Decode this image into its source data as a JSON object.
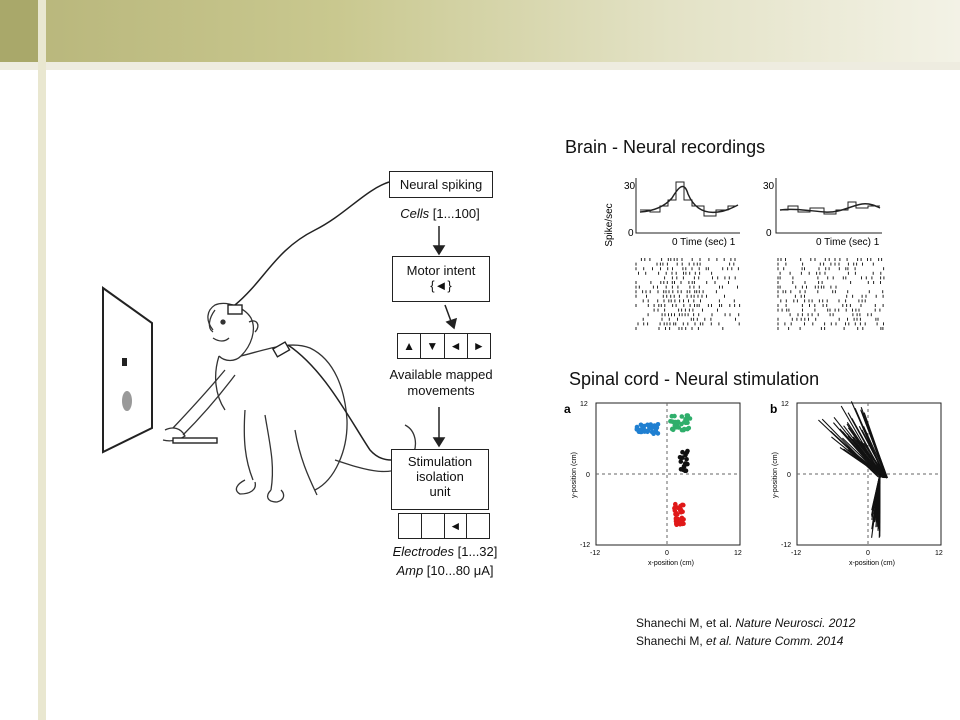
{
  "slide": {
    "band_color": "#b7b57a",
    "rule_color": "#e9e7d0"
  },
  "brain": {
    "heading": "Brain - Neural recordings",
    "ylabel": "Spike/sec",
    "y_top_tick": "30",
    "y_bottom_tick": "0",
    "xlabel_left": "0 Time (sec) 1",
    "xlabel_right": "0 Time (sec) 1"
  },
  "spinal": {
    "heading": "Spinal cord - Neural stimulation",
    "panel_a_label": "a",
    "panel_b_label": "b",
    "y_axis_label": "y-position (cm)",
    "x_axis_label": "x-position (cm)",
    "tick_neg": "-12",
    "tick_zero": "0",
    "tick_pos": "12",
    "cluster_colors": [
      "#1f7fd1",
      "#2fae6b",
      "#111111",
      "#e01818"
    ]
  },
  "flow": {
    "neural_spiking": "Neural spiking",
    "cells_italic": "Cells",
    "cells_range": " [1...100]",
    "motor_intent": "Motor intent",
    "motor_symbol": "{◄}",
    "movements": [
      "▲",
      "▼",
      "◄",
      "►"
    ],
    "available_line1": "Available mapped",
    "available_line2": "movements",
    "stim_line1": "Stimulation",
    "stim_line2": "isolation",
    "stim_line3": "unit",
    "electrode_cells": [
      "",
      "",
      "◄",
      ""
    ],
    "electrodes_italic": "Electrodes",
    "electrodes_range": " [1...32]",
    "amp_italic": "Amp",
    "amp_range": " [10...80 μA]"
  },
  "citations": {
    "line1_plain": "Shanechi M, et al. ",
    "line1_italic": "Nature Neurosci. 2012",
    "line2_plain": "Shanechi M, ",
    "line2_italic": "et al. Nature Comm. 2014"
  }
}
